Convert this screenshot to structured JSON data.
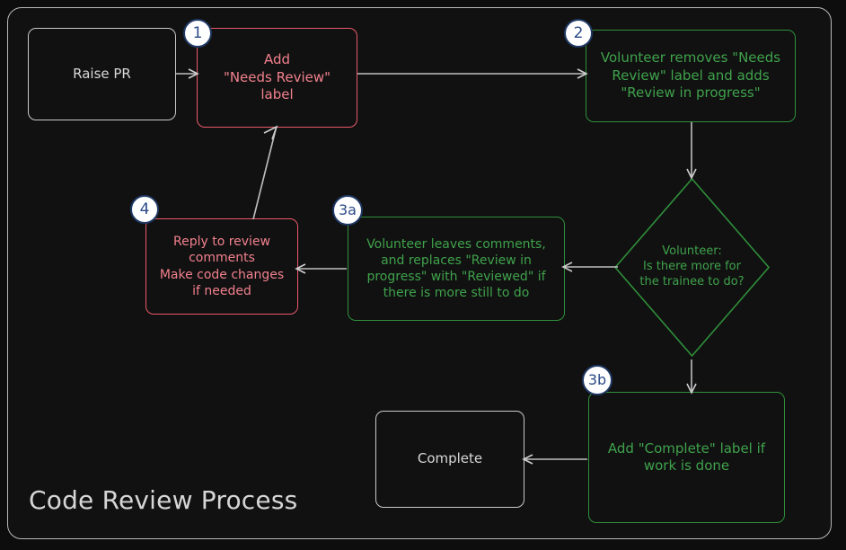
{
  "diagram": {
    "title": "Code Review Process",
    "type": "flowchart",
    "theme": {
      "background": "#0d0d0d",
      "panel": "#111111",
      "frame_border": "#b9b9bd",
      "edge": "#bfbfbf",
      "red_border": "#e8596a",
      "red_text": "#f1808d",
      "green_border": "#2f8f3b",
      "green_text": "#3fa24c",
      "plain_border": "#c9c9cd",
      "plain_text": "#d8d8d8",
      "badge_fill": "#ffffff",
      "badge_border": "#1f3864",
      "badge_text": "#2b4a86"
    },
    "nodes": [
      {
        "id": "raise-pr",
        "style": "plain",
        "shape": "rounded-rect",
        "lines": [
          "Raise PR"
        ]
      },
      {
        "id": "add-needs-review",
        "style": "red",
        "shape": "rounded-rect",
        "badge": "1",
        "lines": [
          "Add",
          "\"Needs Review\"",
          "label"
        ]
      },
      {
        "id": "volunteer-removes",
        "style": "green",
        "shape": "rounded-rect",
        "badge": "2",
        "lines": [
          "Volunteer removes \"Needs",
          "Review\" label and adds",
          "\"Review in progress\""
        ]
      },
      {
        "id": "volunteer-decision",
        "style": "green",
        "shape": "diamond",
        "lines": [
          "Volunteer:",
          "Is there more for",
          "the trainee to do?"
        ]
      },
      {
        "id": "volunteer-leaves-comments",
        "style": "green",
        "shape": "rounded-rect",
        "badge": "3a",
        "lines": [
          "Volunteer leaves comments,",
          "and replaces \"Review in",
          "progress\" with \"Reviewed\" if",
          "there is more still to do"
        ]
      },
      {
        "id": "reply-to-review",
        "style": "red",
        "shape": "rounded-rect",
        "badge": "4",
        "lines": [
          "Reply to review",
          "comments",
          "Make code changes",
          "if needed"
        ]
      },
      {
        "id": "add-complete-label",
        "style": "green",
        "shape": "rounded-rect",
        "badge": "3b",
        "lines": [
          "Add \"Complete\" label if",
          "work is done"
        ]
      },
      {
        "id": "complete",
        "style": "plain",
        "shape": "rounded-rect",
        "lines": [
          "Complete"
        ]
      }
    ],
    "edges": [
      {
        "from": "raise-pr",
        "to": "add-needs-review"
      },
      {
        "from": "add-needs-review",
        "to": "volunteer-removes"
      },
      {
        "from": "volunteer-removes",
        "to": "volunteer-decision"
      },
      {
        "from": "volunteer-decision",
        "to": "volunteer-leaves-comments"
      },
      {
        "from": "volunteer-leaves-comments",
        "to": "reply-to-review"
      },
      {
        "from": "reply-to-review",
        "to": "add-needs-review"
      },
      {
        "from": "volunteer-decision",
        "to": "add-complete-label"
      },
      {
        "from": "add-complete-label",
        "to": "complete"
      }
    ]
  }
}
